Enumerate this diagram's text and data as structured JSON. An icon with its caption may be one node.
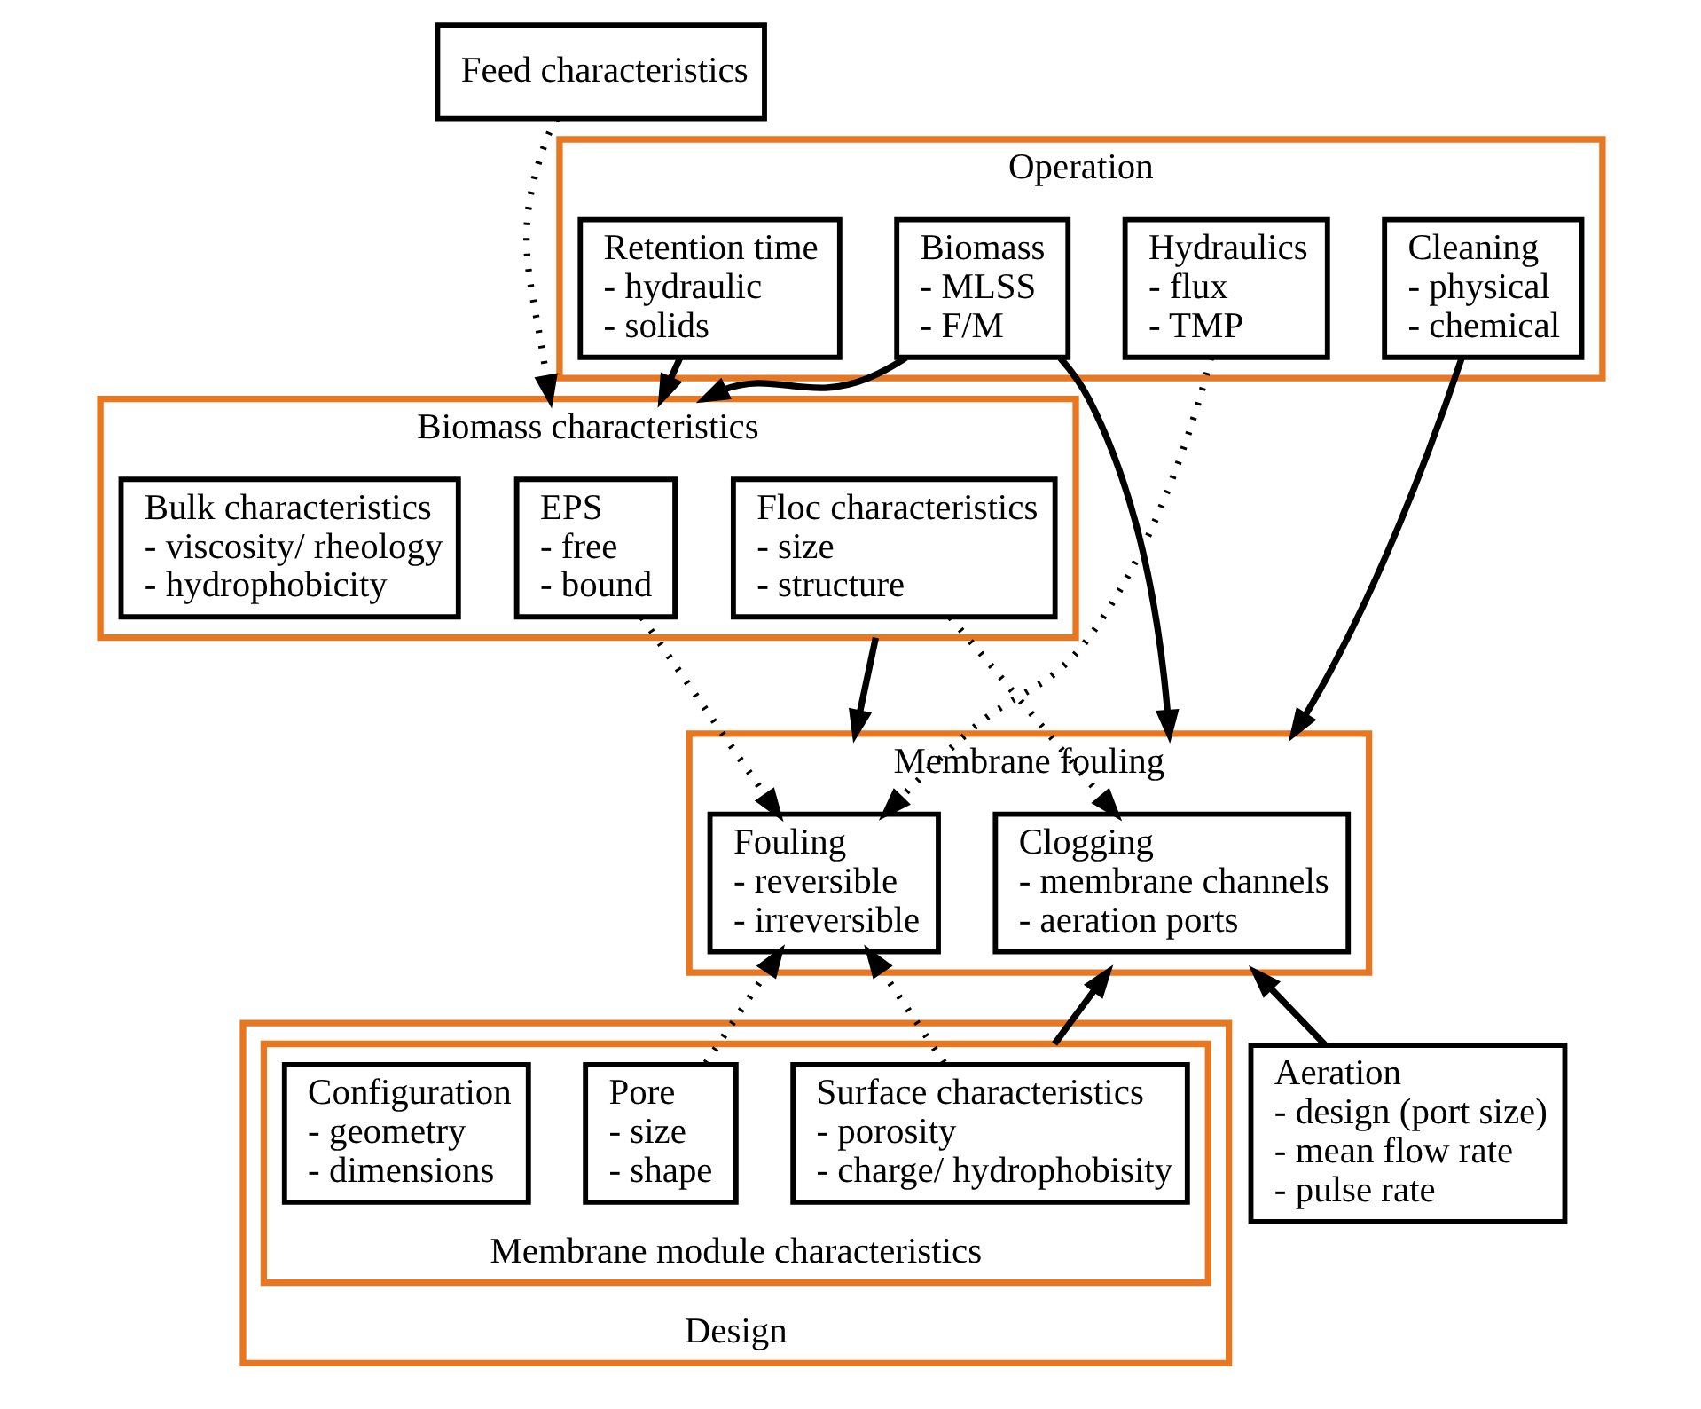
{
  "diagram": {
    "nodes": [
      {
        "text": [
          "Feed characteristics"
        ]
      },
      {
        "text": [
          "Biomass characteristics"
        ]
      },
      {
        "text": [
          "EPS",
          "- free",
          "- bound"
        ],
        "in": 1
      },
      {
        "text": [
          "Floc characteristics",
          "- size",
          "- structure"
        ],
        "in": 1
      },
      {
        "text": [
          "Bulk characteristics",
          "- viscosity/ rheology",
          "- hydrophobicity"
        ],
        "in": 1
      },
      {
        "text": [
          "Operation"
        ]
      },
      {
        "text": [
          "Retention time",
          "- hydraulic",
          "- solids"
        ],
        "in": 5
      },
      {
        "text": [
          "Biomass",
          "- MLSS",
          "- F/M"
        ],
        "in": 5
      },
      {
        "text": [
          "Hydraulics",
          "- flux",
          "- TMP"
        ],
        "in": 5
      },
      {
        "text": [
          "Cleaning",
          "- physical",
          "- chemical"
        ],
        "in": 5
      },
      {
        "text": [
          "Membrane fouling"
        ]
      },
      {
        "text": [
          "Fouling",
          "- reversible",
          "- irreversible"
        ],
        "in": 10
      },
      {
        "text": [
          "Clogging",
          "- membrane channels",
          "- aeration ports"
        ],
        "in": 10
      },
      {
        "text": [
          "Design"
        ]
      },
      {
        "text": [
          "Membrane module characteristics"
        ],
        "in": 13
      },
      {
        "text": [
          "Pore",
          "- size",
          "- shape"
        ],
        "in": 14
      },
      {
        "text": [
          "Surface characteristics",
          "- porosity",
          "- charge/ hydrophobisity"
        ],
        "in": 14
      },
      {
        "text": [
          "Configuration",
          "- geometry",
          "- dimensions"
        ],
        "in": 14
      },
      {
        "text": [
          "Aeration",
          "- design (port size)",
          "- mean flow rate",
          "- pulse rate"
        ]
      }
    ],
    "edges": [
      {
        "from": 0,
        "to": 1,
        "arrow": "to",
        "style": "dashed"
      },
      {
        "from": 6,
        "to": 1,
        "arrow": "to"
      },
      {
        "from": 7,
        "to": 1,
        "arrow": "to"
      },
      {
        "from": 7,
        "to": 10,
        "arrow": "to"
      },
      {
        "from": 1,
        "to": 10,
        "arrow": "to"
      },
      {
        "from": 2,
        "to": 11,
        "arrow": "to",
        "style": "dashed"
      },
      {
        "from": 3,
        "to": 12,
        "arrow": "to",
        "style": "dashed"
      },
      {
        "from": 8,
        "to": 11,
        "arrow": "to",
        "style": "dashed"
      },
      {
        "from": 9,
        "to": 10,
        "arrow": "to"
      },
      {
        "from": 18,
        "to": 10,
        "arrow": "to"
      },
      {
        "from": 15,
        "to": 11,
        "arrow": "to",
        "style": "dashed"
      },
      {
        "from": 16,
        "to": 11,
        "arrow": "to",
        "style": "dashed"
      },
      {
        "from": 14,
        "to": 10,
        "arrow": "to"
      }
    ]
  }
}
